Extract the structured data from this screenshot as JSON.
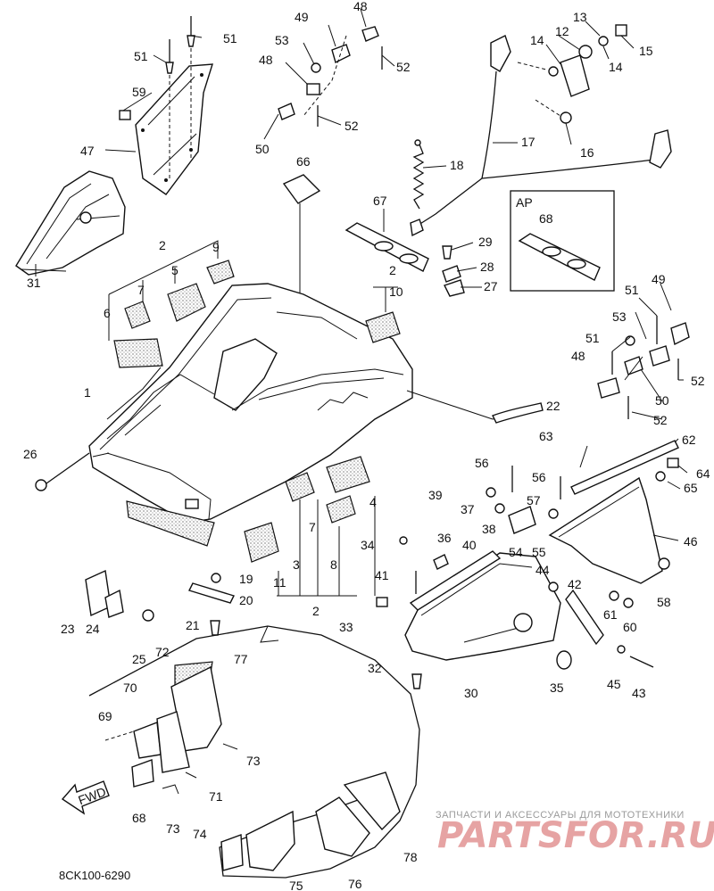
{
  "diagram": {
    "code": "8CK100-6290",
    "fwd_label": "FWD",
    "ap_label": "AP",
    "watermark_top": "ЗАПЧАСТИ И АКСЕССУАРЫ ДЛЯ МОТОТЕХНИКИ",
    "watermark_main": "PARTSFOR.RU",
    "callouts": {
      "c1": "1",
      "c2a": "2",
      "c2b": "2",
      "c2c": "2",
      "c3": "3",
      "c4": "4",
      "c5": "5",
      "c6": "6",
      "c7a": "7",
      "c7b": "7",
      "c8": "8",
      "c9": "9",
      "c10": "10",
      "c11": "11",
      "c12": "12",
      "c13": "13",
      "c14a": "14",
      "c14b": "14",
      "c15": "15",
      "c16": "16",
      "c17": "17",
      "c18": "18",
      "c19": "19",
      "c20": "20",
      "c21": "21",
      "c22": "22",
      "c23": "23",
      "c24": "24",
      "c25": "25",
      "c26": "26",
      "c27": "27",
      "c28": "28",
      "c29": "29",
      "c30": "30",
      "c31": "31",
      "c32": "32",
      "c33": "33",
      "c34": "34",
      "c35": "35",
      "c36": "36",
      "c37": "37",
      "c38": "38",
      "c39": "39",
      "c40": "40",
      "c41": "41",
      "c42": "42",
      "c43": "43",
      "c44": "44",
      "c45": "45",
      "c46": "46",
      "c47": "47",
      "c48a": "48",
      "c48b": "48",
      "c48c": "48",
      "c49a": "49",
      "c49b": "49",
      "c50a": "50",
      "c50b": "50",
      "c51a": "51",
      "c51b": "51",
      "c51c": "51",
      "c51d": "51",
      "c52a": "52",
      "c52b": "52",
      "c52c": "52",
      "c52d": "52",
      "c53a": "53",
      "c53b": "53",
      "c54": "54",
      "c55": "55",
      "c56a": "56",
      "c56b": "56",
      "c57": "57",
      "c58": "58",
      "c59": "59",
      "c60": "60",
      "c61": "61",
      "c62": "62",
      "c63": "63",
      "c64": "64",
      "c65": "65",
      "c66": "66",
      "c67": "67",
      "c68a": "68",
      "c68b": "68",
      "c69": "69",
      "c70": "70",
      "c71": "71",
      "c72": "72",
      "c73a": "73",
      "c73b": "73",
      "c74": "74",
      "c75": "75",
      "c76": "76",
      "c77": "77",
      "c78": "78"
    }
  }
}
